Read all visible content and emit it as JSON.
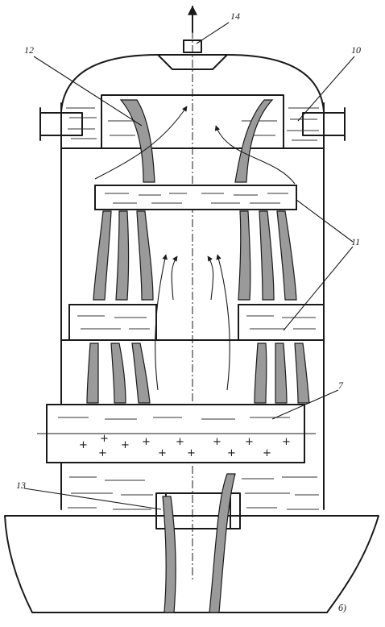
{
  "labels": {
    "l7": "7",
    "l10": "10",
    "l11": "11",
    "l12": "12",
    "l13": "13",
    "l14": "14",
    "caption": "б)"
  },
  "plus_sign": "+"
}
